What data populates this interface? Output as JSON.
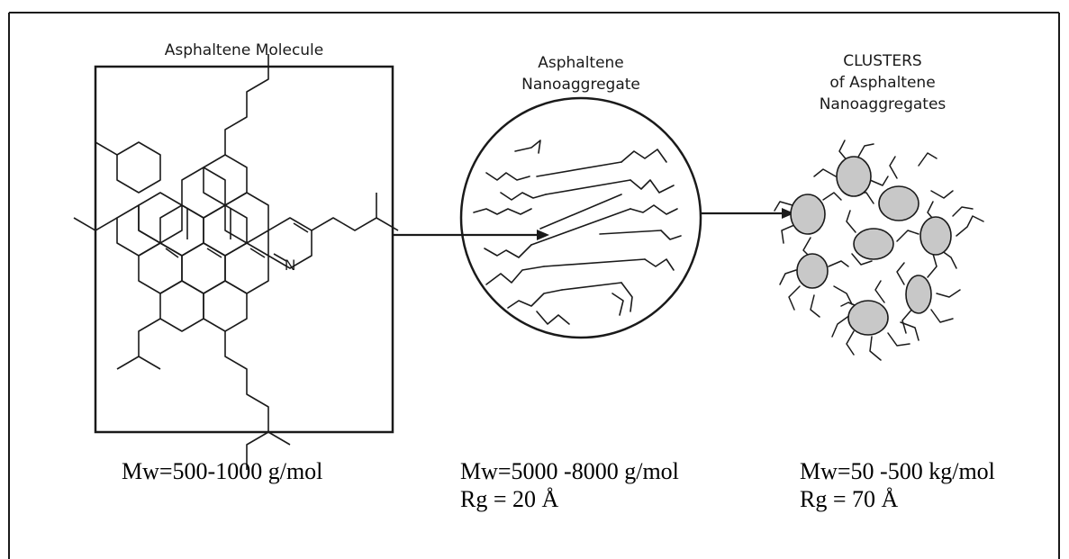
{
  "stages": [
    {
      "title": "Asphaltene Molecule",
      "atom_label": "N",
      "mw": "Mw=500-1000 g/mol"
    },
    {
      "title_line1": "Asphaltene",
      "title_line2": "Nanoaggregate",
      "mw": "Mw=5000 -8000 g/mol",
      "rg": "Rg = 20 Å"
    },
    {
      "title_line1": "CLUSTERS",
      "title_line2": "of Asphaltene",
      "title_line3": "Nanoaggregates",
      "mw": "Mw=50 -500 kg/mol",
      "rg": "Rg = 70 Å"
    }
  ],
  "colors": {
    "stroke": "#1a1a1a",
    "blob_fill": "#c8c8c8"
  }
}
